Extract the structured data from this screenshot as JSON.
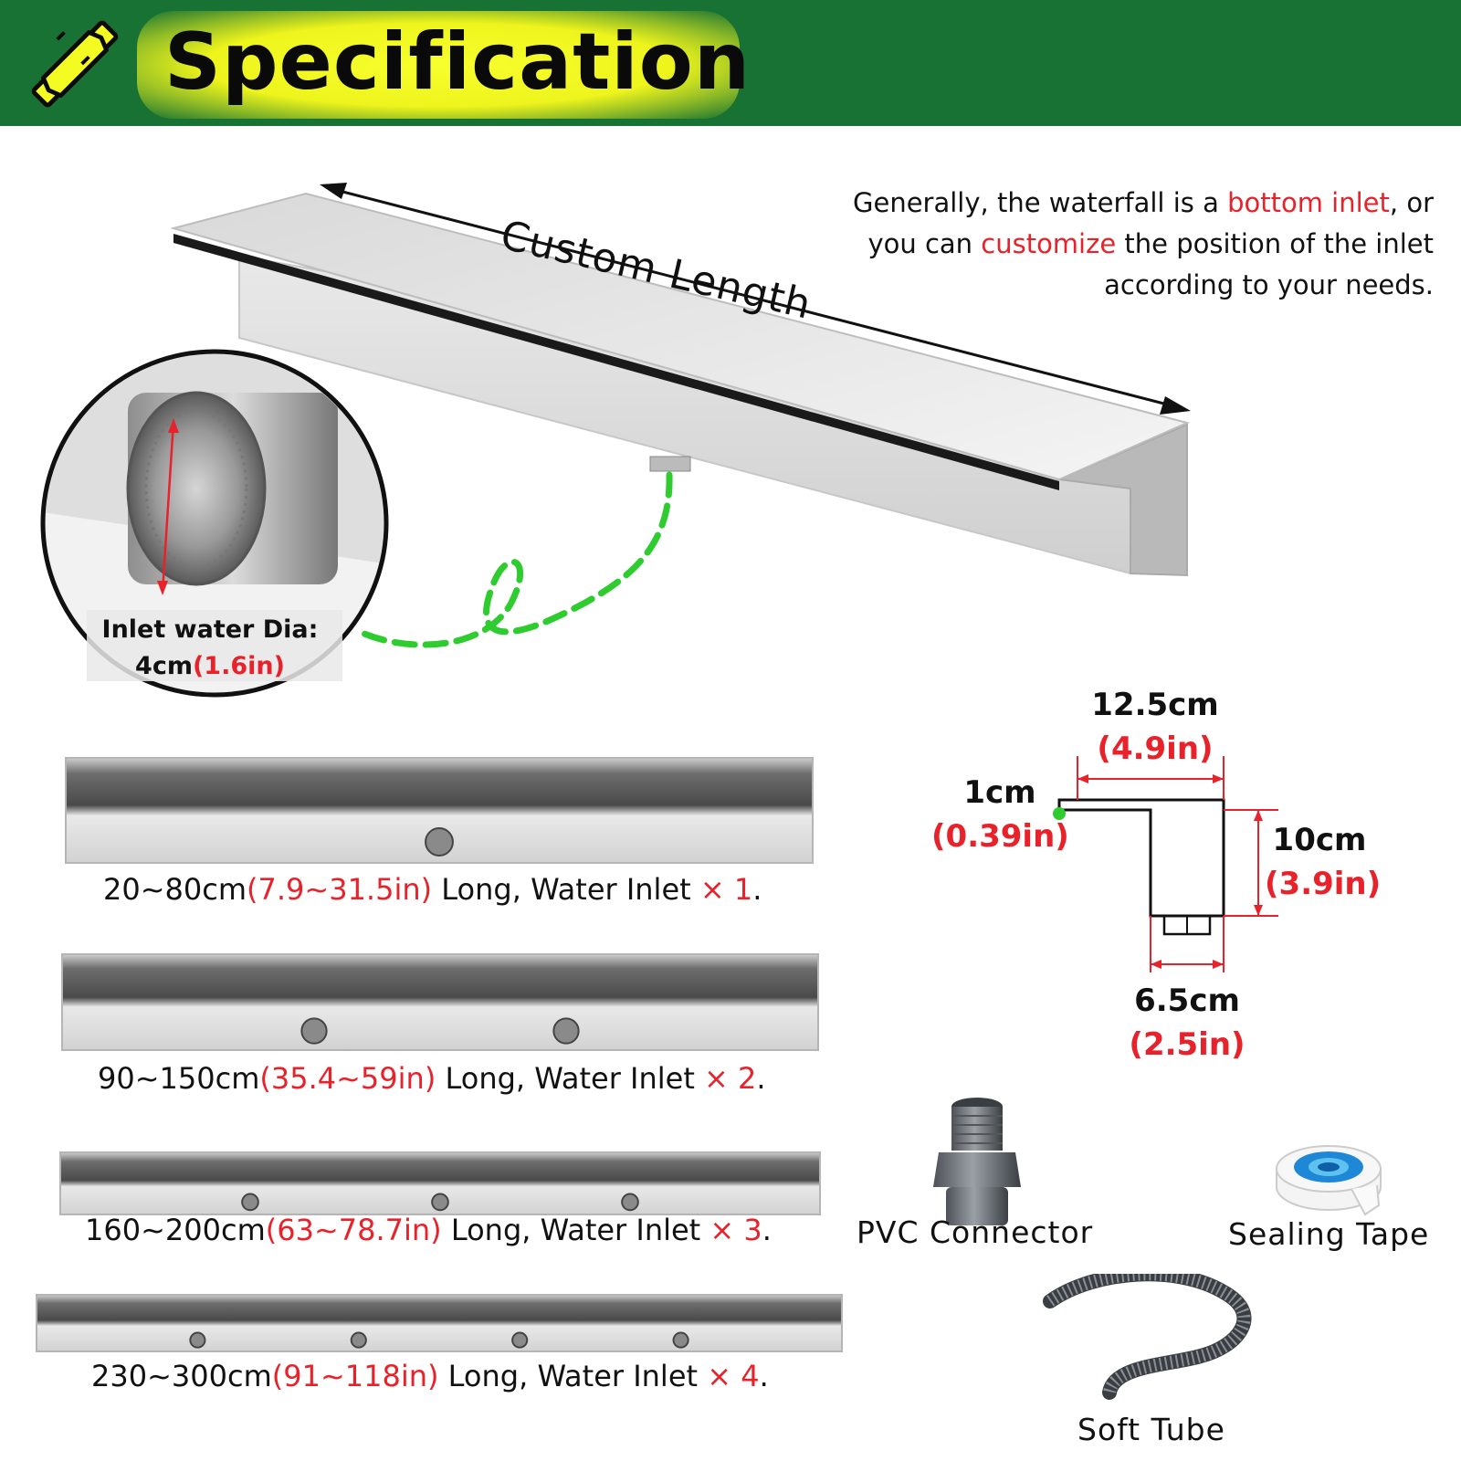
{
  "header": {
    "title": "Specification",
    "colors": {
      "banner": "#177233",
      "highlight": "#f4fb22"
    }
  },
  "intro": {
    "part1": "Generally, the waterfall is a ",
    "highlight1": "bottom inlet",
    "part2": ", or you can ",
    "highlight2": "customize",
    "part3": " the position of the inlet according to your needs."
  },
  "main": {
    "length_label": "Custom Length",
    "inlet_label": "Inlet water Dia:",
    "inlet_metric": "4cm",
    "inlet_imperial": "(1.6in)"
  },
  "dimensions": {
    "width_metric": "12.5cm",
    "width_imperial": "(4.9in)",
    "lip_metric": "1cm",
    "lip_imperial": "(0.39in)",
    "height_metric": "10cm",
    "height_imperial": "(3.9in)",
    "base_metric": "6.5cm",
    "base_imperial": "(2.5in)"
  },
  "variants": [
    {
      "length": "20~80cm",
      "imperial": "(7.9~31.5in)",
      "text": " Long, Water Inlet ",
      "count": "× 1",
      "end": ".",
      "inlets": 1
    },
    {
      "length": "90~150cm",
      "imperial": "(35.4~59in)",
      "text": " Long, Water Inlet ",
      "count": "× 2",
      "end": ".",
      "inlets": 2
    },
    {
      "length": "160~200cm",
      "imperial": "(63~78.7in)",
      "text": " Long, Water Inlet ",
      "count": "× 3",
      "end": ".",
      "inlets": 3
    },
    {
      "length": "230~300cm",
      "imperial": "(91~118in)",
      "text": " Long, Water Inlet ",
      "count": "× 4",
      "end": ".",
      "inlets": 4
    }
  ],
  "accessories": {
    "pvc": "PVC Connector",
    "tape": "Sealing Tape",
    "tube": "Soft Tube"
  },
  "icons": {
    "logo": "pencil-ruler-icon",
    "accent_red": "#e8222a",
    "accent_green": "#2ecc2e"
  }
}
